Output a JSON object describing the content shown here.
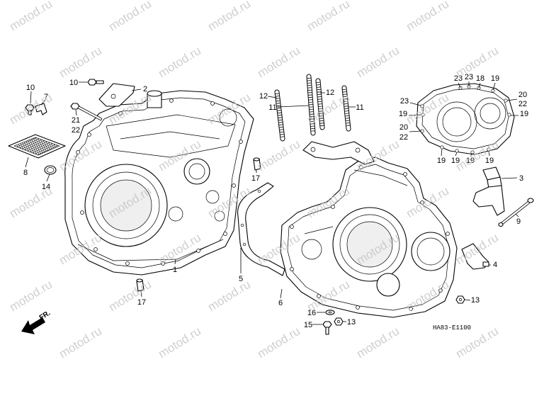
{
  "diagram": {
    "watermark": "motod.ru",
    "direction_label": "FR.",
    "figure_code": "HA83-E1100",
    "callouts": [
      "10",
      "7",
      "8",
      "14",
      "10",
      "2",
      "21",
      "22",
      "1",
      "17",
      "17",
      "5",
      "12",
      "11",
      "12",
      "11",
      "6",
      "16",
      "15",
      "13",
      "23",
      "23",
      "18",
      "19",
      "23",
      "20",
      "22",
      "19",
      "19",
      "20",
      "22",
      "19",
      "19",
      "19",
      "19",
      "3",
      "9",
      "4",
      "13"
    ]
  },
  "colors": {
    "line": "#000000",
    "background": "#ffffff",
    "watermark": "#c4c4c4"
  }
}
